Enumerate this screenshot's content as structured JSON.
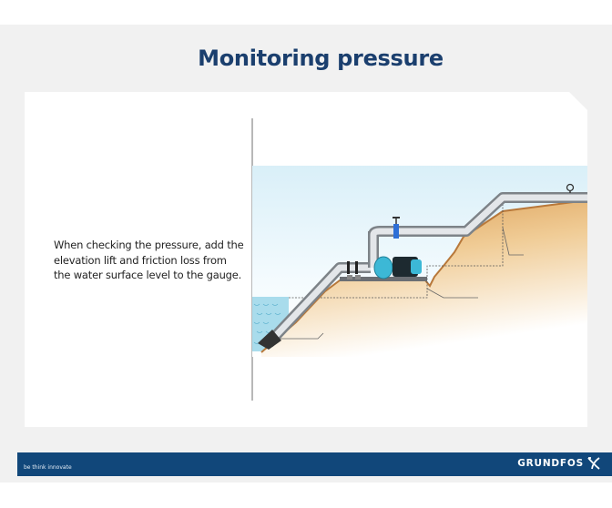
{
  "slide": {
    "title": "Monitoring pressure",
    "body_text": "When checking the pressure, add the elevation lift and friction loss from the water surface level to the gauge."
  },
  "diagram": {
    "description": "Pump installation above water level: suction pipe from water up slope to centrifugal pump with motor on base, discharge pipe with valve continuing up the hillside to a pressure gauge",
    "elements": [
      "water-surface",
      "suction-pipe",
      "foot-valve",
      "pump",
      "motor",
      "discharge-valve",
      "discharge-pipe",
      "pressure-gauge",
      "soil-slope",
      "dimension-lines"
    ]
  },
  "footer": {
    "tagline": "be think innovate",
    "brand": "GRUNDFOS"
  },
  "colors": {
    "title": "#1b3f6e",
    "footer_bg": "#11477a",
    "slide_bg": "#f1f1f1",
    "water": "#a9dcec",
    "soil": "#e2b26e"
  }
}
